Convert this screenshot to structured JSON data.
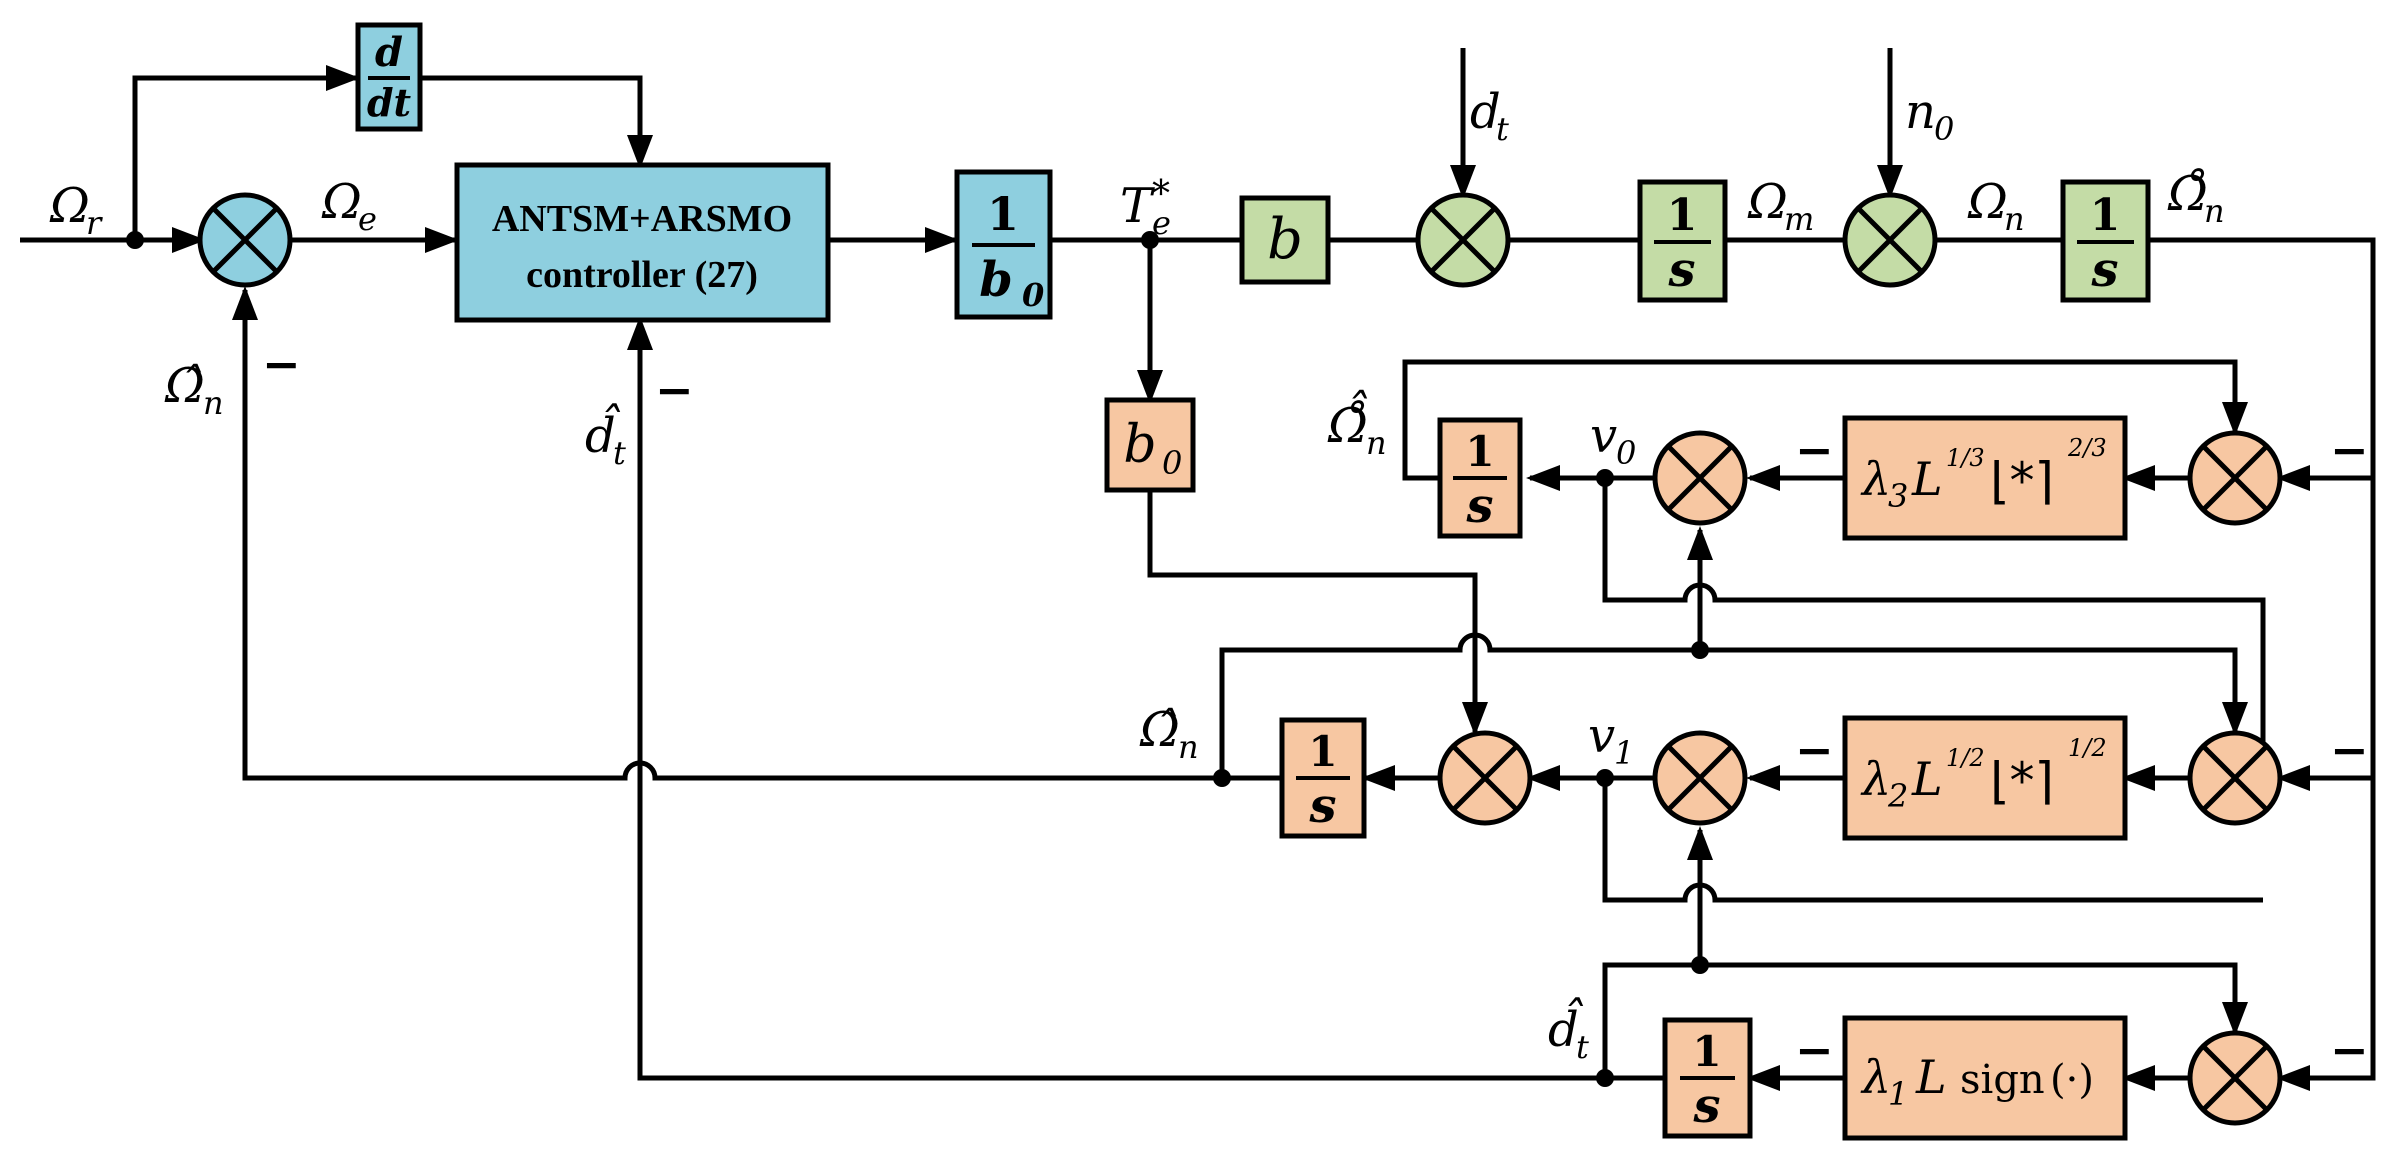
{
  "colors": {
    "blue": "#8ecfdf",
    "green": "#c4dca6",
    "orange": "#f7c7a2",
    "line": "#000000"
  },
  "labels": {
    "omega_r": "Ω",
    "omega_r_sub": "r",
    "omega_e": "Ω",
    "omega_e_sub": "e",
    "omega_hat_left": "Ω̂",
    "omega_hat_left_sub": "n",
    "d_hat_left": "d̂",
    "d_hat_left_sub": "t",
    "te": "T",
    "te_sup": "*",
    "te_sub": "e",
    "dt": "d",
    "dt_sub": "t",
    "n0": "n",
    "n0_sub": "0",
    "omega_m": "Ω",
    "omega_m_sub": "m",
    "omega_n": "Ω",
    "omega_n_sub": "n",
    "omega_n_ring": "Ω̊",
    "omega_n_ring_sub": "n",
    "omega_hat_ring": "Ω̊̂",
    "omega_hat_ring_sub": "n",
    "v0": "v",
    "v0_sub": "0",
    "v1": "v",
    "v1_sub": "1",
    "omega_hat_mid": "Ω̂",
    "omega_hat_mid_sub": "n",
    "d_hat_bot": "d̂",
    "d_hat_bot_sub": "t",
    "minus": "−"
  },
  "blocks": {
    "deriv_num": "d",
    "deriv_den": "dt",
    "controller_line1": "ANTSM+ARSMO",
    "controller_line2": "controller (27)",
    "inv_b0_num": "1",
    "inv_b0_den": "b",
    "inv_b0_den_sub": "0",
    "b": "b",
    "integ_num": "1",
    "integ_den": "s",
    "b0": "b",
    "b0_sub": "0",
    "lambda3": "λ",
    "lambda3_sub": "3",
    "lambda3_L": "L",
    "lambda3_Lexp": "1/3",
    "lambda3_star": "⌊*⌉",
    "lambda3_exp": "2/3",
    "lambda2": "λ",
    "lambda2_sub": "2",
    "lambda2_L": "L",
    "lambda2_Lexp": "1/2",
    "lambda2_star": "⌊*⌉",
    "lambda2_exp": "1/2",
    "lambda1": "λ",
    "lambda1_sub": "1",
    "lambda1_L": "L",
    "lambda1_sign": "sign",
    "lambda1_arg": "(·)"
  }
}
